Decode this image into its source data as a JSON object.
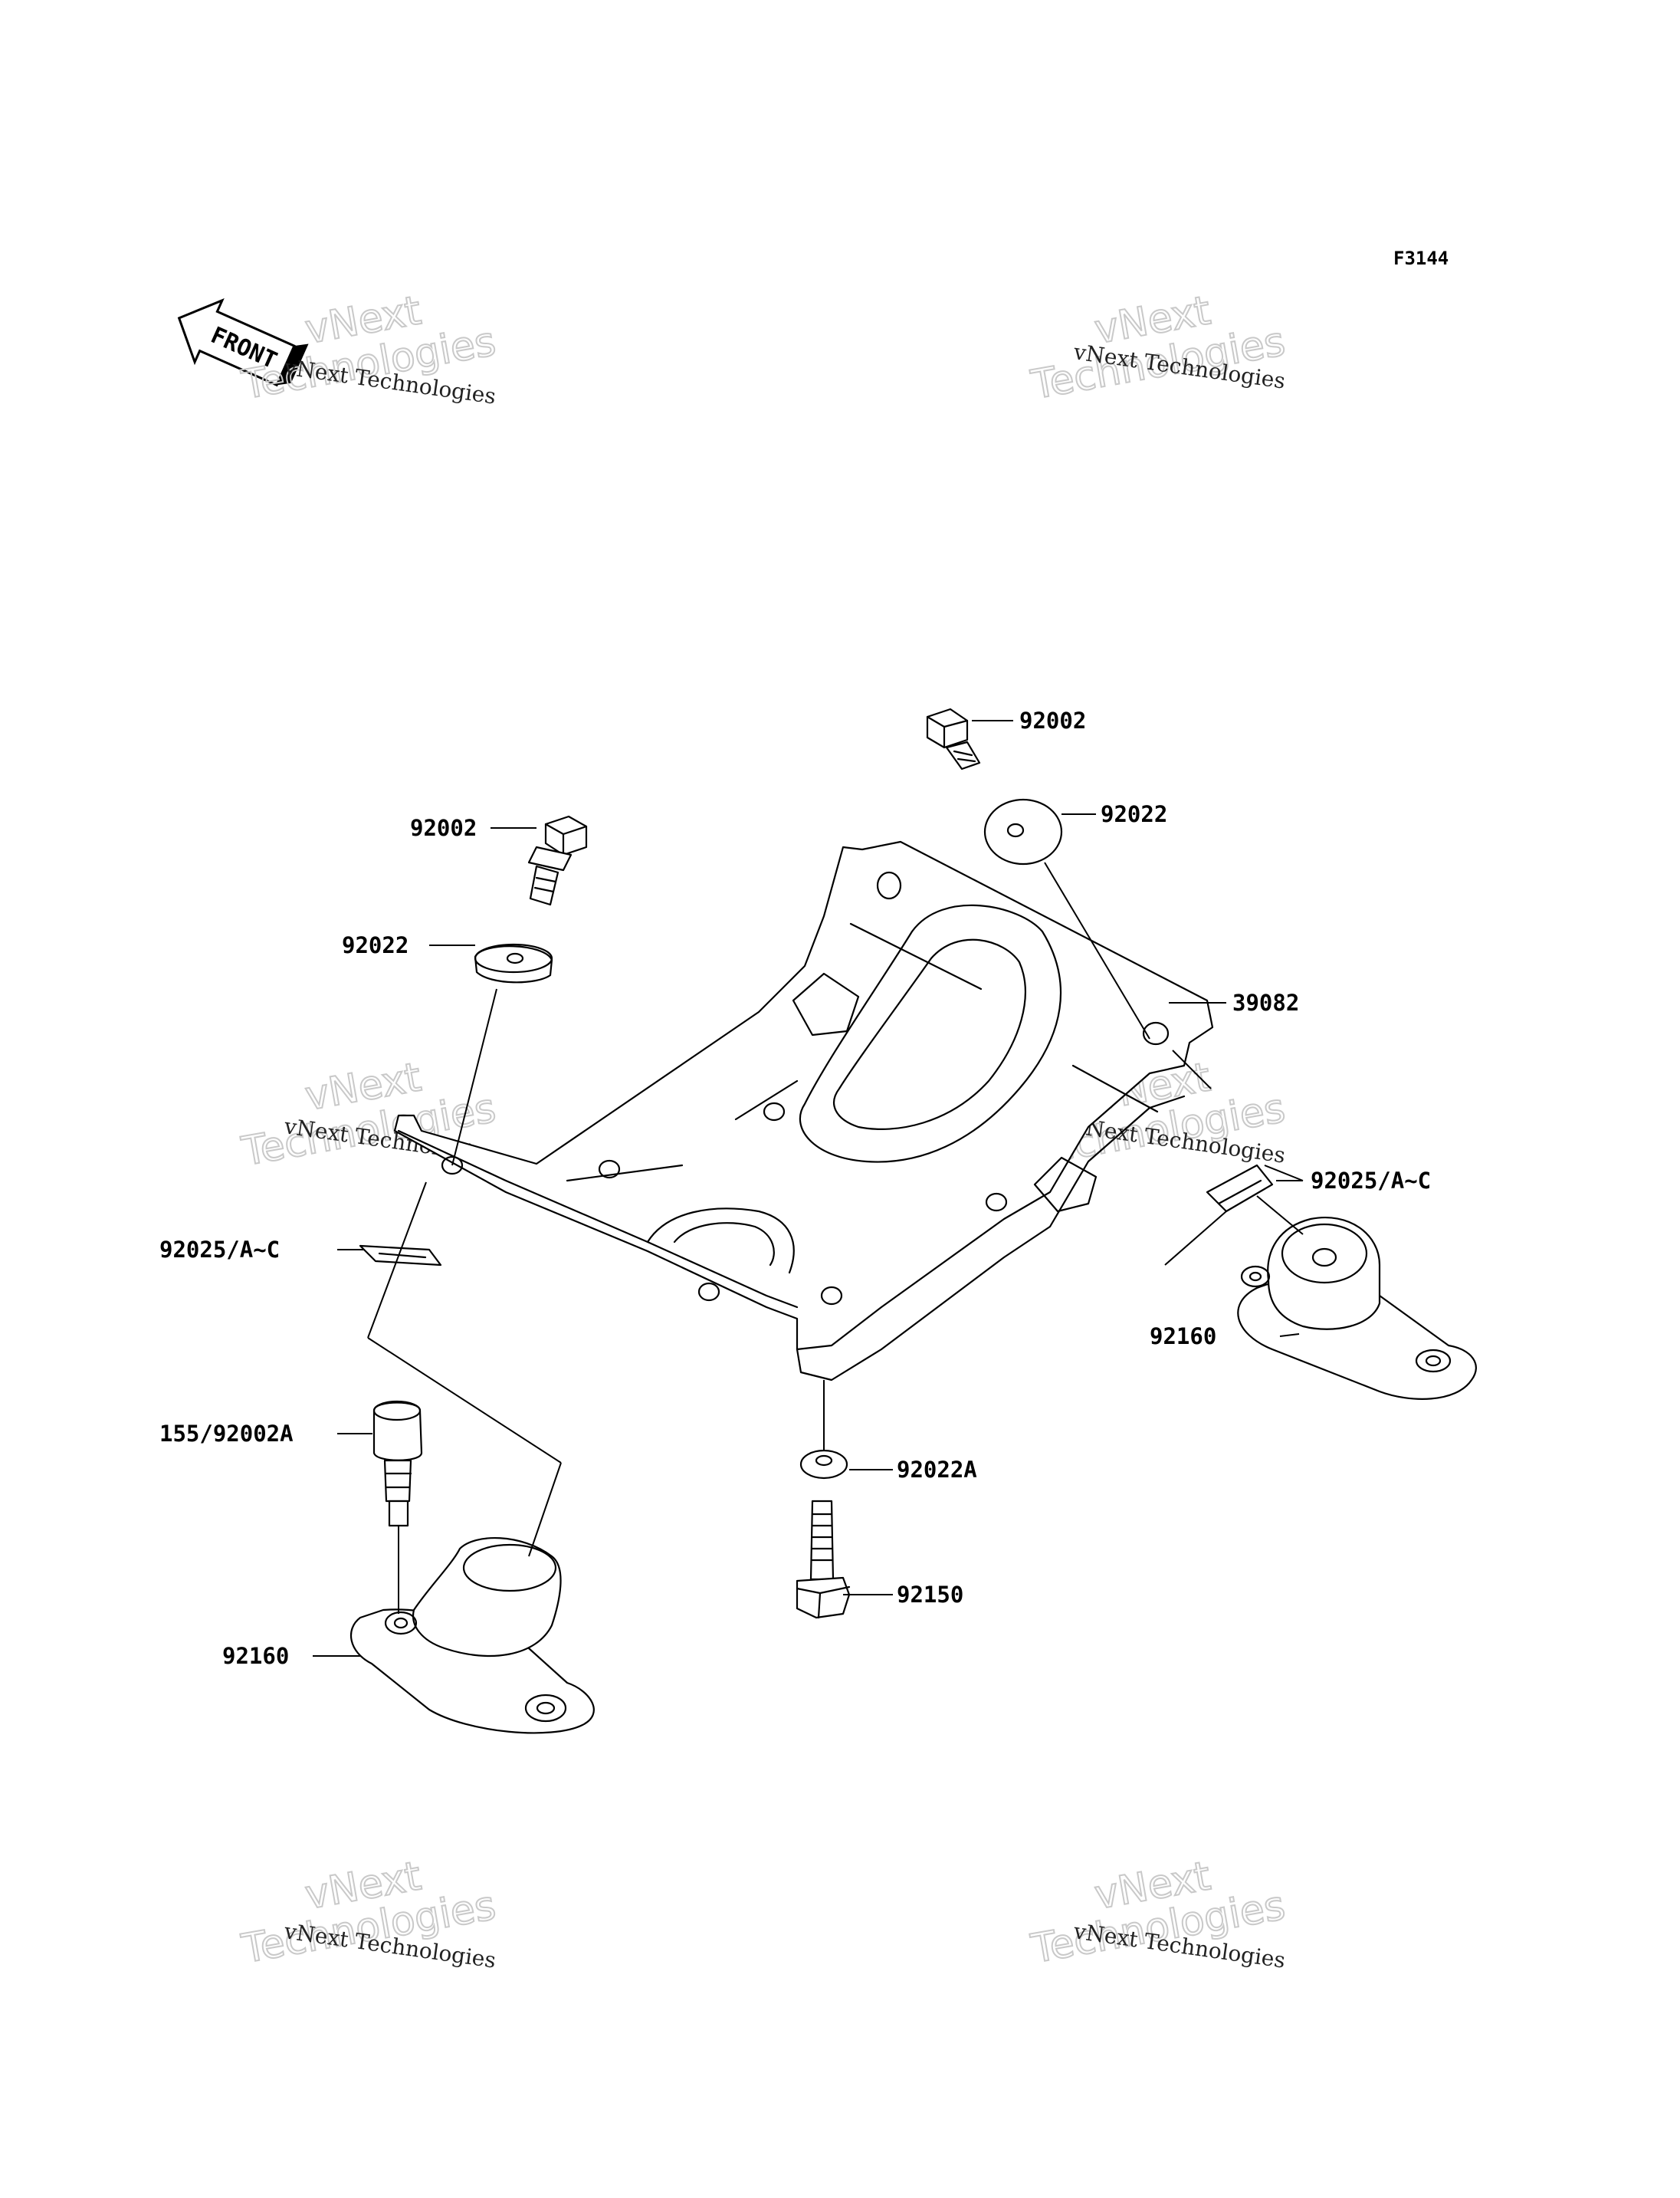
{
  "diagram_code": "F3144",
  "front_marker": {
    "text": "FRONT"
  },
  "watermarks": [
    {
      "small": "vNext Technologies",
      "big1": "vNext",
      "big2": "Technologies"
    },
    {
      "small": "vNext Technologies",
      "big1": "vNext",
      "big2": "Technologies"
    },
    {
      "small": "vNext Technologies",
      "big1": "vNext",
      "big2": "Technologies"
    },
    {
      "small": "vNext Technologies",
      "big1": "vNext",
      "big2": "Technologies"
    },
    {
      "small": "vNext Technologies",
      "big1": "vNext",
      "big2": "Technologies"
    },
    {
      "small": "vNext Technologies",
      "big1": "vNext",
      "big2": "Technologies"
    }
  ],
  "parts": {
    "bolt_top_right": "92002",
    "washer_top_right": "92022",
    "bolt_left": "92002",
    "washer_left": "92022",
    "plate": "39082",
    "clip_right": "92025/A~C",
    "clip_left": "92025/A~C",
    "mount_right": "92160",
    "bolt_mount_left": "155/92002A",
    "washer_bottom": "92022A",
    "bolt_bottom": "92150",
    "mount_left": "92160"
  }
}
